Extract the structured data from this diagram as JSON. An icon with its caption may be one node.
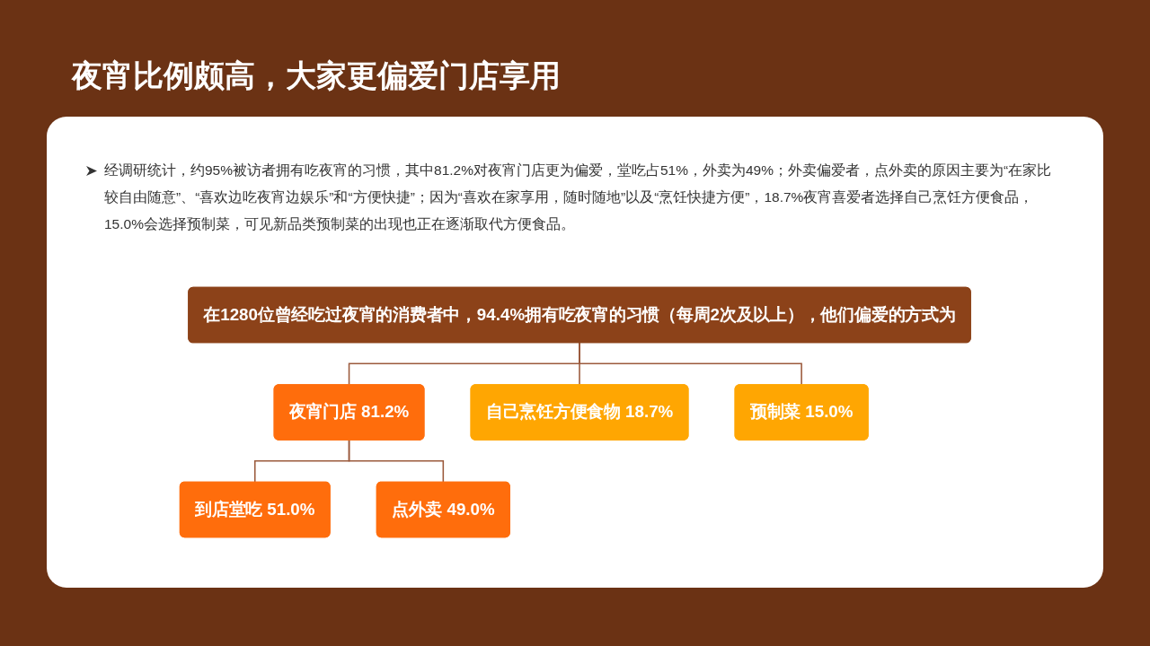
{
  "diagram": {
    "title": "夜宵比例颇高，大家更偏爱门店享用",
    "nodes": [
      {
        "text": [
          "在1280位曾经吃过夜宵的消费者中，94.4%拥有吃夜宵的习惯（每周2次及以上），他们偏爱的方式为"
        ]
      },
      {
        "text": [
          "夜宵门店 81.2%"
        ]
      },
      {
        "text": [
          "自己烹饪方便食物 18.7%"
        ]
      },
      {
        "text": [
          "预制菜 15.0%"
        ]
      },
      {
        "text": [
          "到店堂吃 51.0%"
        ]
      },
      {
        "text": [
          "点外卖 49.0%"
        ]
      }
    ],
    "edges": [
      {
        "from": 0,
        "to": 1,
        "arrow": "none"
      },
      {
        "from": 0,
        "to": 2,
        "arrow": "none"
      },
      {
        "from": 0,
        "to": 3,
        "arrow": "none"
      },
      {
        "from": 1,
        "to": 4,
        "arrow": "none"
      },
      {
        "from": 1,
        "to": 5,
        "arrow": "none"
      }
    ],
    "labels": [
      "经调研统计，约95%被访者拥有吃夜宵的习惯，其中81.2%对夜宵门店更为偏爱，堂吃占51%，外卖为49%；外卖偏爱者，点外卖的原因主要为“在家比较自由随意”、“喜欢边吃夜宵边娱乐”和“方便快捷”；因为“喜欢在家享用，随时随地”以及“烹饪快捷方便”，18.7%夜宵喜爱者选择自己烹饪方便食品，15.0%会选择预制菜，可见新品类预制菜的出现也正在逐渐取代方便食品。"
    ]
  }
}
